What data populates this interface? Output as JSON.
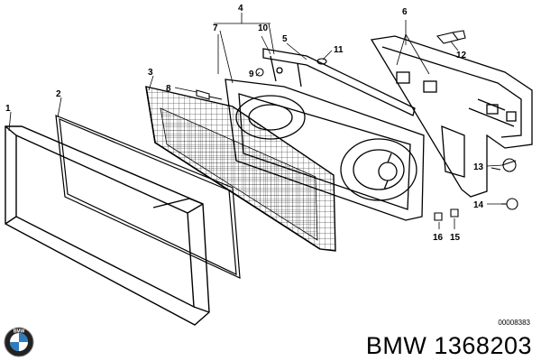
{
  "diagram": {
    "part_title": "BMW 1368203",
    "document_number": "00008383",
    "brand_logo_icon": "bmw-roundel-icon",
    "brand_letters": "BMW",
    "callouts": [
      "1",
      "2",
      "3",
      "4",
      "5",
      "6",
      "7",
      "8",
      "9",
      "10",
      "11",
      "12",
      "13",
      "14",
      "15",
      "16"
    ],
    "colors": {
      "ink": "#000000",
      "logo_blue": "#2f7bbf",
      "background": "#ffffff"
    }
  }
}
